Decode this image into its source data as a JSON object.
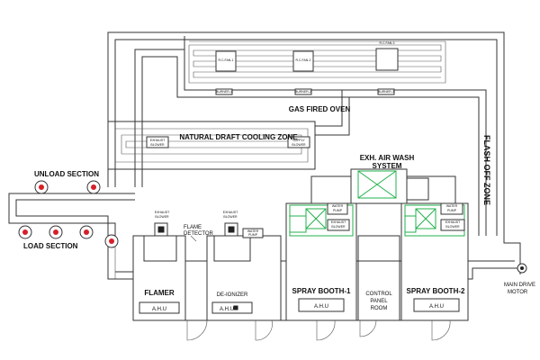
{
  "labels": {
    "gas_fired_oven": "GAS FIRED OVEN",
    "natural_draft_cooling_zone": "NATURAL DRAFT COOLING ZONE",
    "flash_off_zone": "FLASH OFF ZONE",
    "exh_air_wash_line1": "EXH. AIR WASH",
    "exh_air_wash_line2": "SYSTEM",
    "unload_section": "UNLOAD SECTION",
    "load_section": "LOAD SECTION",
    "main_drive_line1": "MAIN DRIVE",
    "main_drive_line2": "MOTOR",
    "flame_detector_line1": "FLAME",
    "flame_detector_line2": "DETECTOR"
  },
  "fans": {
    "rc_fan_1": "R.C.FAN-1",
    "rc_fan_2": "R.C.FAN-2",
    "rc_fan_3": "R.C.FAN-3"
  },
  "burners": {
    "burner_1": "BURNER-1",
    "burner_2": "BURNER-2",
    "burner_3": "BURNER-3"
  },
  "blowers": {
    "cooling_exhaust_line1": "EXHAUST",
    "cooling_exhaust_line2": "BLOWER",
    "cooling_supply_line1": "SUPPLY",
    "cooling_supply_line2": "BLOWER",
    "flamer_exhaust_line1": "EXHAUST",
    "flamer_exhaust_line2": "BLOWER",
    "deionizer_exhaust_line1": "EXHAUST",
    "deionizer_exhaust_line2": "BLOWER",
    "booth1_exhaust_line1": "EXHAUST",
    "booth1_exhaust_line2": "BLOWER",
    "booth2_exhaust_line1": "EXHAUST",
    "booth2_exhaust_line2": "BLOWER"
  },
  "pumps": {
    "deionizer_water_pump_line1": "WATER",
    "deionizer_water_pump_line2": "PUMP",
    "booth1_water_pump_line1": "WATER",
    "booth1_water_pump_line2": "PUMP",
    "booth2_water_pump_line1": "WATER",
    "booth2_water_pump_line2": "PUMP"
  },
  "rooms": {
    "flamer": "FLAMER",
    "deionizer": "DE-IONIZER",
    "spray_booth_1": "SPRAY BOOTH-1",
    "control_panel_line1": "CONTROL",
    "control_panel_line2": "PANEL",
    "control_panel_line3": "ROOM",
    "spray_booth_2": "SPRAY BOOTH-2"
  },
  "ahu": {
    "flamer": "A.H.U",
    "deionizer": "A.H.U",
    "spray_booth_1": "A.H.U",
    "spray_booth_2": "A.H.U"
  },
  "colors": {
    "line": "#333333",
    "equipment_green": "#22b04b",
    "hanger_red": "#d61f26",
    "background": "#ffffff"
  }
}
